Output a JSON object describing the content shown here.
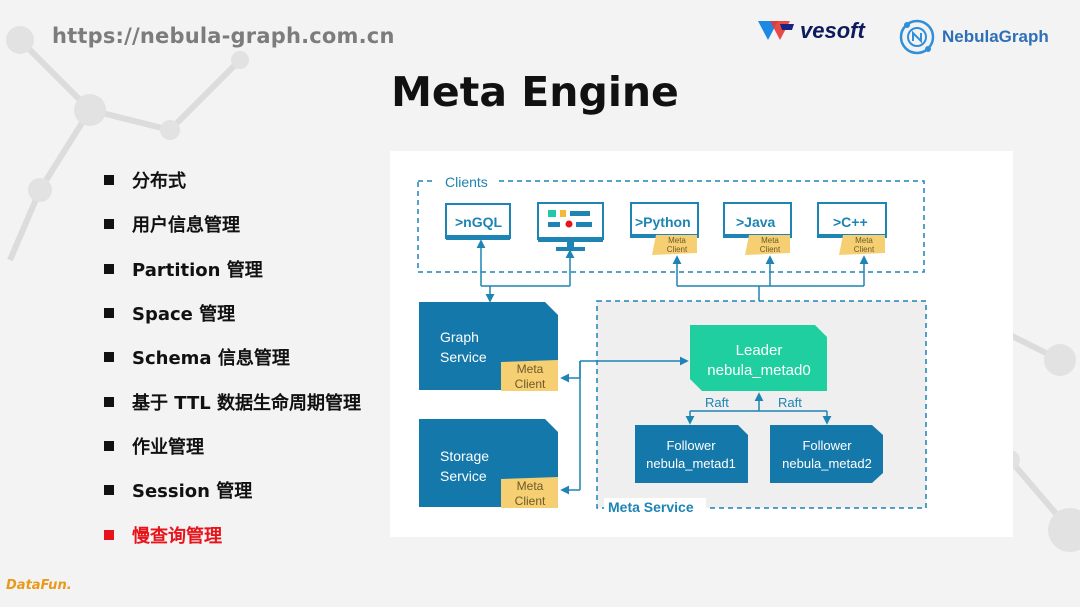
{
  "header": {
    "url": "https://nebula-graph.com.cn",
    "vesoft_logo": "vesoft",
    "nebula_logo": "NebulaGraph",
    "title": "Meta Engine"
  },
  "features": [
    {
      "label": "分布式",
      "highlighted": false
    },
    {
      "label": "用户信息管理",
      "highlighted": false
    },
    {
      "label": "Partition 管理",
      "highlighted": false
    },
    {
      "label": "Space 管理",
      "highlighted": false
    },
    {
      "label": "Schema 信息管理",
      "highlighted": false
    },
    {
      "label": "基于 TTL 数据生命周期管理",
      "highlighted": false
    },
    {
      "label": "作业管理",
      "highlighted": false
    },
    {
      "label": "Session 管理",
      "highlighted": false
    },
    {
      "label": "慢查询管理",
      "highlighted": true
    }
  ],
  "diagram": {
    "clients_label": "Clients",
    "client_ngql": ">nGQL",
    "client_python": ">Python",
    "client_java": ">Java",
    "client_cpp": ">C++",
    "meta_client_small": [
      "Meta",
      "Client"
    ],
    "graph_service": [
      "Graph",
      "Service"
    ],
    "storage_service": [
      "Storage",
      "Service"
    ],
    "meta_client": [
      "Meta",
      "Client"
    ],
    "leader": [
      "Leader",
      "nebula_metad0"
    ],
    "follower1": [
      "Follower",
      "nebula_metad1"
    ],
    "follower2": [
      "Follower",
      "nebula_metad2"
    ],
    "raft": "Raft",
    "meta_service_label": "Meta Service"
  },
  "footer": {
    "datafun_logo": "DataFun."
  },
  "colors": {
    "accent_teal": "#1d84b3",
    "leader_green": "#20cfa0",
    "meta_client_yellow": "#f7cf73",
    "highlight_red": "#e8141b",
    "title_dark": "#111111"
  }
}
